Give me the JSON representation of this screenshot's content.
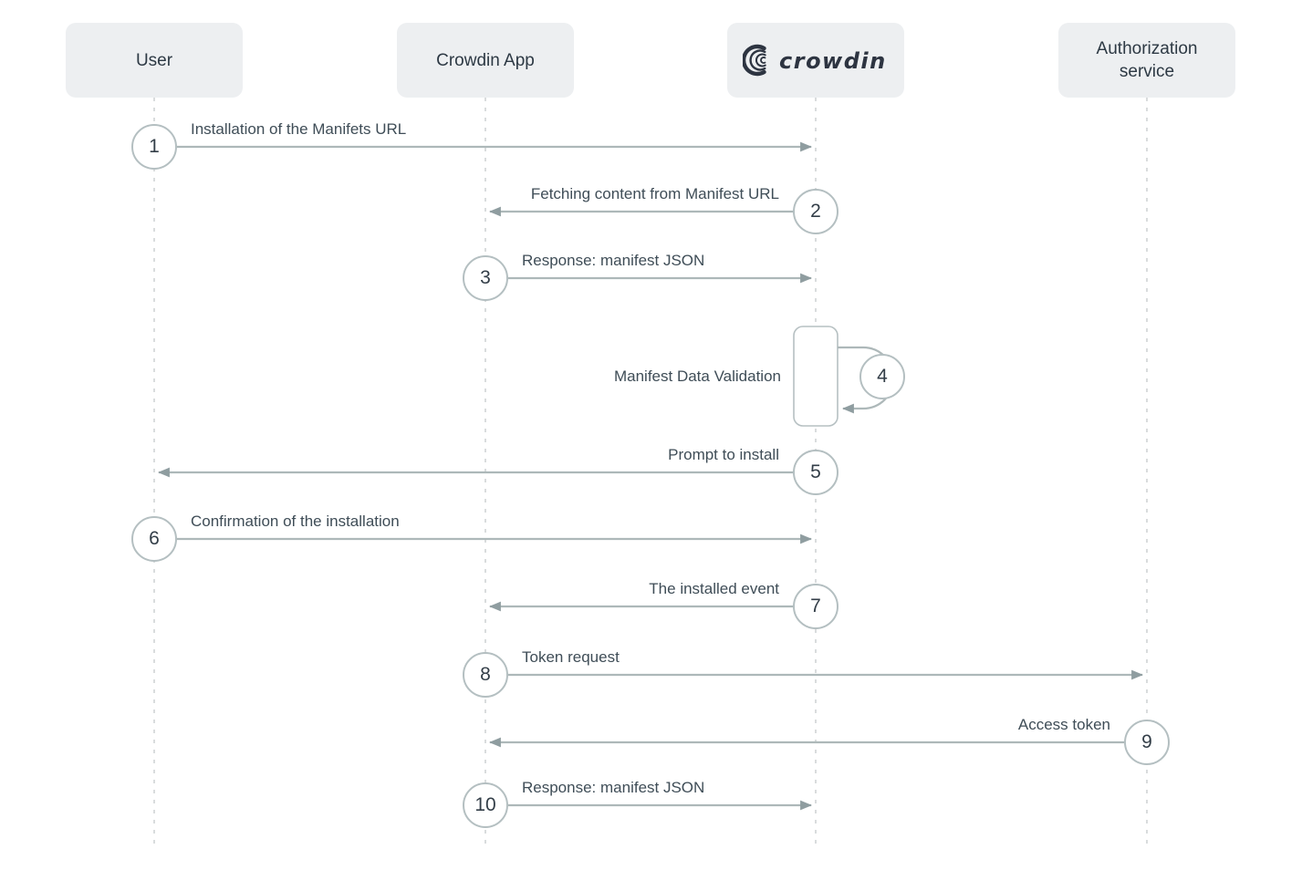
{
  "diagram": {
    "actors": [
      {
        "id": "user",
        "label": "User"
      },
      {
        "id": "crowdin-app",
        "label": "Crowdin App"
      },
      {
        "id": "crowdin",
        "label": "crowdin",
        "logo": true
      },
      {
        "id": "auth-service",
        "label": "Authorization service"
      }
    ],
    "messages": [
      {
        "step": "1",
        "from": "user",
        "to": "crowdin",
        "label": "Installation of the Manifets URL"
      },
      {
        "step": "2",
        "from": "crowdin",
        "to": "crowdin-app",
        "label": "Fetching content from Manifest URL"
      },
      {
        "step": "3",
        "from": "crowdin-app",
        "to": "crowdin",
        "label": "Response: manifest JSON"
      },
      {
        "step": "4",
        "type": "self",
        "actor": "crowdin",
        "label": "Manifest Data Validation"
      },
      {
        "step": "5",
        "from": "crowdin",
        "to": "user",
        "label": "Prompt to install"
      },
      {
        "step": "6",
        "from": "user",
        "to": "crowdin",
        "label": "Confirmation of the installation"
      },
      {
        "step": "7",
        "from": "crowdin",
        "to": "crowdin-app",
        "label": "The installed event"
      },
      {
        "step": "8",
        "from": "crowdin-app",
        "to": "auth-service",
        "label": "Token request"
      },
      {
        "step": "9",
        "from": "auth-service",
        "to": "crowdin-app",
        "label": "Access token"
      },
      {
        "step": "10",
        "from": "crowdin-app",
        "to": "crowdin",
        "label": "Response: manifest JSON"
      }
    ]
  },
  "colors": {
    "background": "#ffffff",
    "actor_box_bg": "#edeff1",
    "actor_text": "#2d3944",
    "lifeline": "#d9dcdd",
    "arrow_line": "#adb8b9",
    "arrow_head": "#8f9da0",
    "circle_border": "#b4bfc1",
    "circle_text": "#333e48",
    "label_text": "#3f4d57",
    "activation_border": "#b6c0c2",
    "logo_color": "#2d3441"
  }
}
